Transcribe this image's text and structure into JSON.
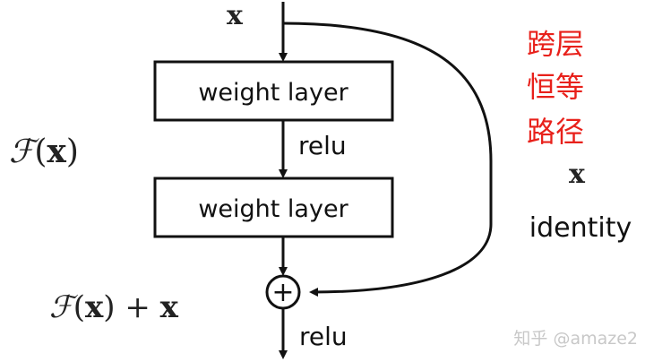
{
  "input_label": "x",
  "layers": {
    "first": "weight layer",
    "second": "weight layer"
  },
  "activations": {
    "middle": "relu",
    "output": "relu"
  },
  "residual_label": {
    "script_F": "ℱ",
    "open": "(",
    "x": "x",
    "close": ")"
  },
  "sum_label": {
    "script_F": "ℱ",
    "open": "(",
    "x": "x",
    "close_plus": ") + ",
    "x2": "x"
  },
  "add_symbol": "+",
  "shortcut": {
    "cn_line1": "跨层",
    "cn_line2": "恒等",
    "cn_line3": "路径",
    "x_label": "x",
    "identity_label": "identity",
    "cn_color": "#e8211b"
  },
  "watermark": "知乎 @amaze2"
}
